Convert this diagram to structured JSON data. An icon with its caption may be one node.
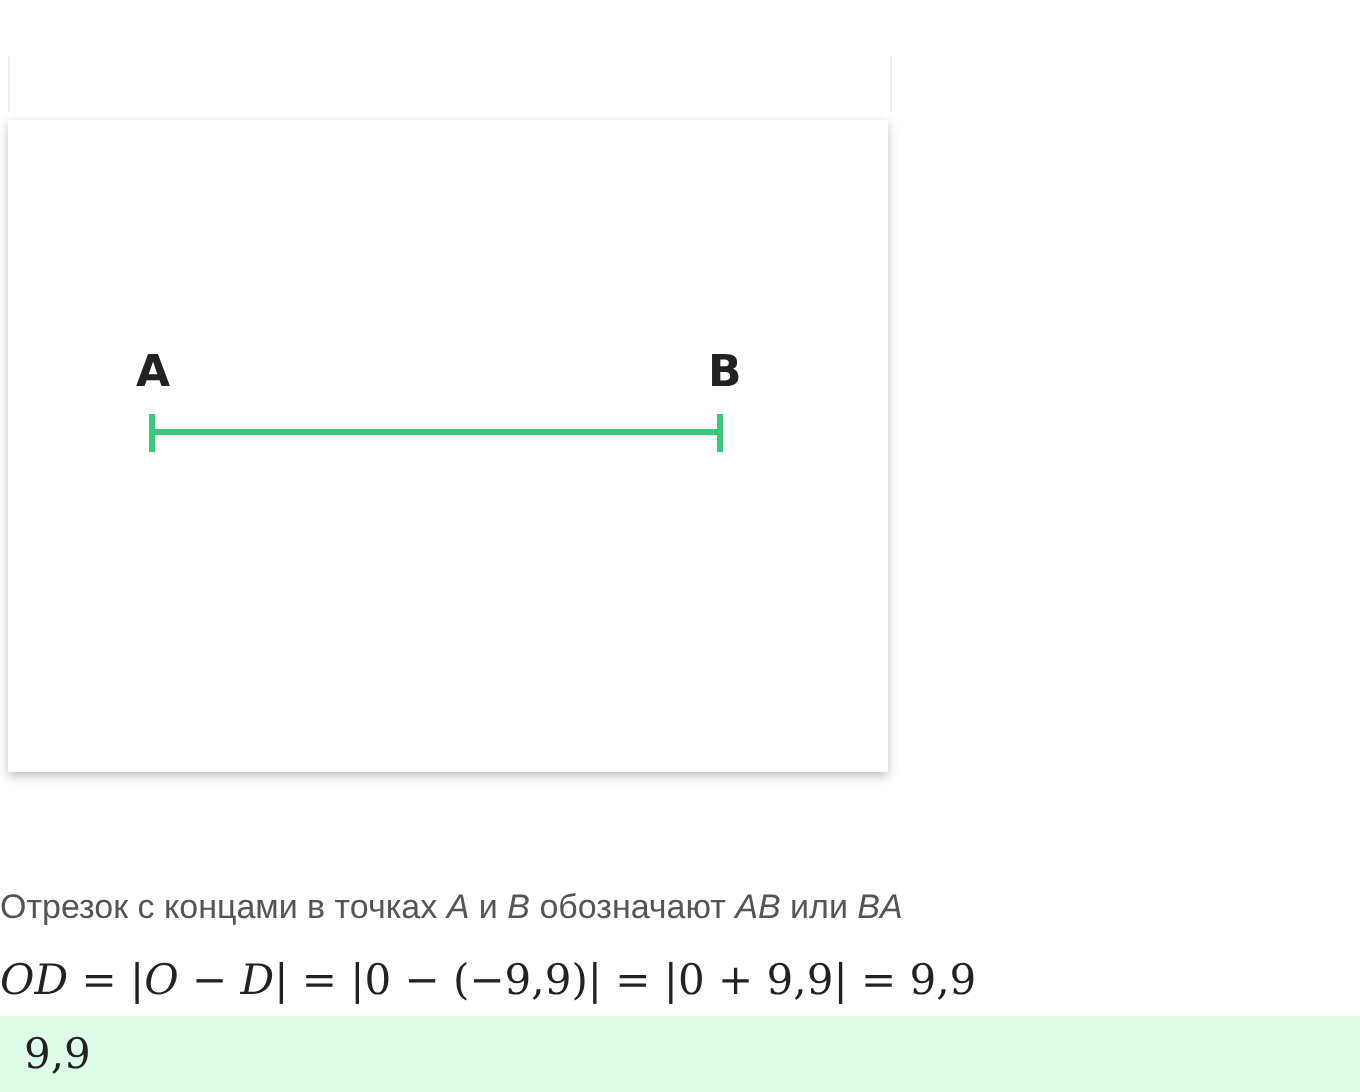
{
  "diagram": {
    "labels": [
      "A",
      "B",
      "Отрезок с концами в точках *A* и *B* обозначают *AB* или *BA*",
      "*OD* = |*O* − *D*| = |0 − (−9,9)| = |0 + 9,9| = 9,9",
      "9,9"
    ]
  }
}
